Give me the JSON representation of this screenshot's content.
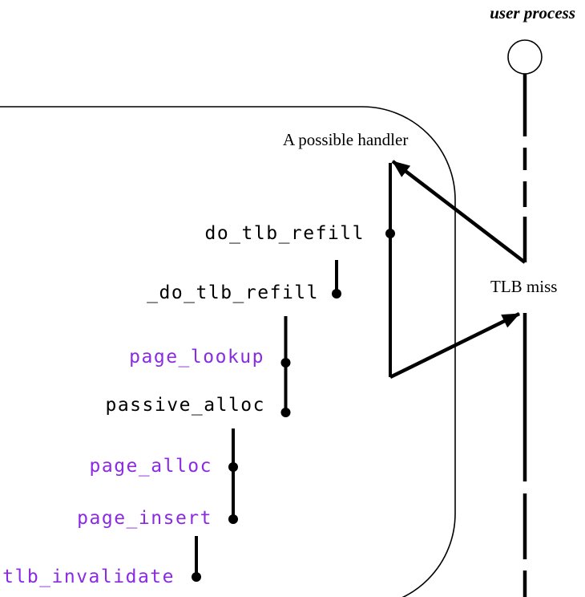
{
  "diagram": {
    "user_process_label": "user process",
    "handler_label": "A possible handler",
    "event_label": "TLB miss",
    "call_stack": [
      {
        "name": "do_tlb_refill",
        "color": "#000000"
      },
      {
        "name": "_do_tlb_refill",
        "color": "#000000"
      },
      {
        "name": "page_lookup",
        "color": "#8a2be2"
      },
      {
        "name": "passive_alloc",
        "color": "#000000"
      },
      {
        "name": "page_alloc",
        "color": "#8a2be2"
      },
      {
        "name": "page_insert",
        "color": "#8a2be2"
      },
      {
        "name": "tlb_invalidate",
        "color": "#8a2be2"
      }
    ],
    "colors": {
      "ink": "#000000",
      "highlight_purple": "#8a2be2",
      "background": "#ffffff"
    }
  }
}
